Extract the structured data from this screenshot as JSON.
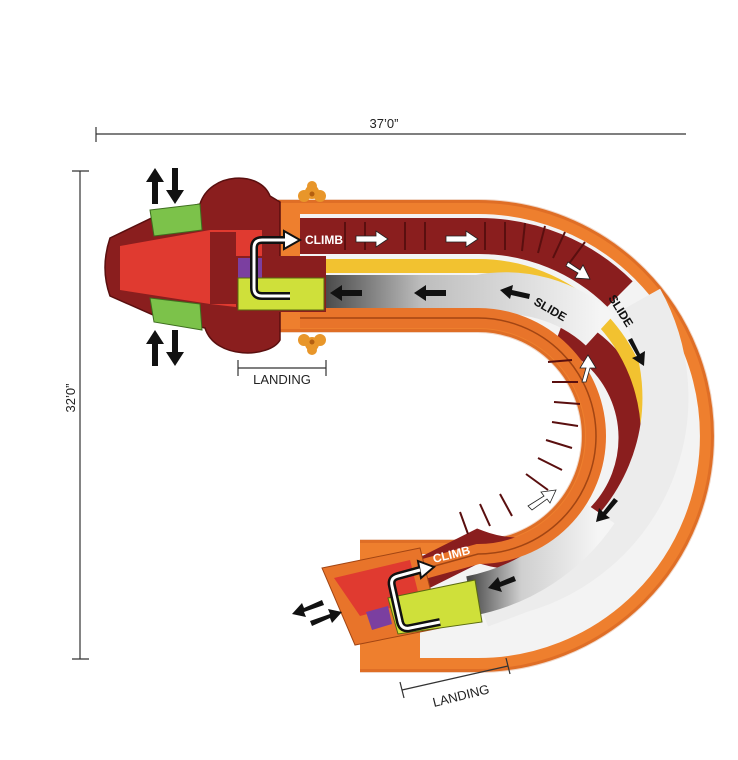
{
  "dimensions": {
    "width_label": "37’0”",
    "height_label": "32’0”"
  },
  "labels": {
    "climb_top": "CLIMB",
    "climb_bottom": "CLIMB",
    "slide_inner": "SLIDE",
    "slide_outer": "SLIDE",
    "landing_top": "LANDING",
    "landing_bottom": "LANDING"
  },
  "colors": {
    "outer_wall": "#e8742a",
    "dark_red": "#8a1e1e",
    "red": "#e03a30",
    "yellow_stripe": "#f2c230",
    "slide_light": "#f2f2f2",
    "slide_dark": "#555555",
    "landing_green": "#cfe03a",
    "accent_purple": "#7b3fa0",
    "green_panel": "#7cc24a",
    "floral": "#e8962a"
  }
}
